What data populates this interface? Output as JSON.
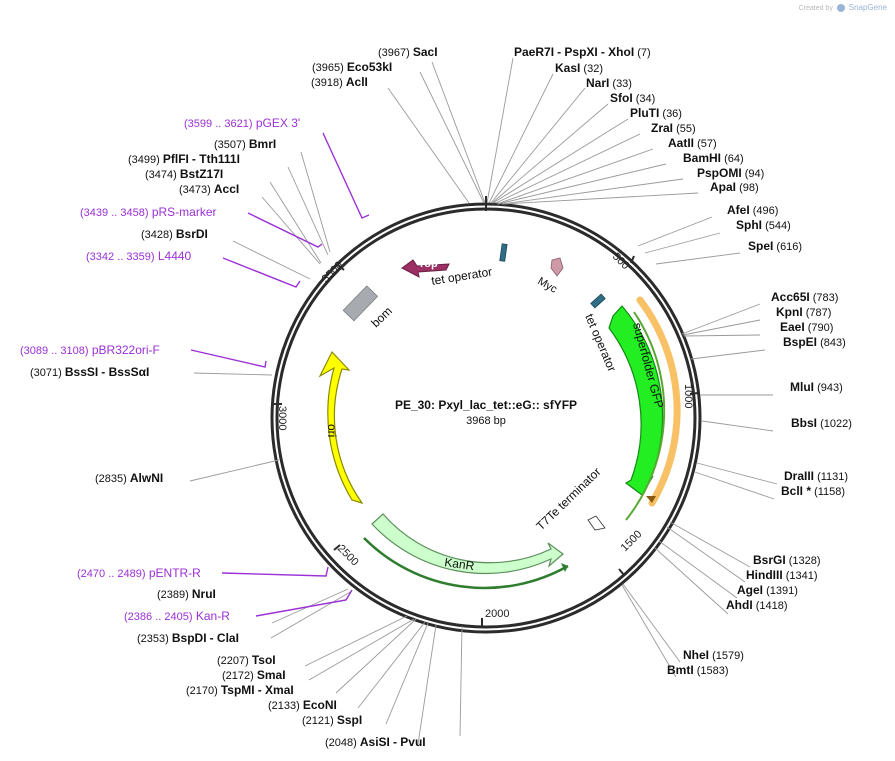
{
  "credit": {
    "created_by": "Created by",
    "brand": "SnapGene"
  },
  "plasmid": {
    "name": "PE_30: Pxyl_lac_tet::eG:: sfYFP",
    "length": "3968 bp"
  },
  "colors": {
    "backbone": "#2b2b2b",
    "site_line": "#9a9a9a",
    "primer": "#9b30d6",
    "sfgfp": "#22ee22",
    "kanr": "#ccffcc",
    "ori": "#ffff00",
    "rop": "#9c2f63",
    "bom": "#a7abb0",
    "tet_operator": "#2f6f86",
    "myc": "#cf9aa8",
    "primer_arrow": "#f5a623"
  },
  "ticks": [
    "500",
    "1000",
    "1500",
    "2000",
    "2500",
    "3000",
    "3500"
  ],
  "features": {
    "rop": "rop",
    "tet_operator_1": "tet operator",
    "myc": "Myc",
    "bom": "bom",
    "tet_operator_2": "tet operator",
    "superfolder_gfp": "superfolder GFP",
    "t7te": "T7Te terminator",
    "kanr": "KanR",
    "ori": "ori"
  },
  "sites": [
    {
      "pos": "(3967)",
      "name": "SacI"
    },
    {
      "pos": "(3965)",
      "name": "Eco53kI"
    },
    {
      "pos": "(3918)",
      "name": "AclI"
    },
    {
      "name": "PaeR7I",
      "name2": "- PspXI",
      "name3": "- XhoI",
      "pos": "(7)"
    },
    {
      "name": "KasI",
      "pos": "(32)"
    },
    {
      "name": "NarI",
      "pos": "(33)"
    },
    {
      "name": "SfoI",
      "pos": "(34)"
    },
    {
      "name": "PluTI",
      "pos": "(36)"
    },
    {
      "name": "ZraI",
      "pos": "(55)"
    },
    {
      "name": "AatII",
      "pos": "(57)"
    },
    {
      "name": "BamHI",
      "pos": "(64)"
    },
    {
      "name": "PspOMI",
      "pos": "(94)"
    },
    {
      "name": "ApaI",
      "pos": "(98)"
    },
    {
      "name": "AfeI",
      "pos": "(496)"
    },
    {
      "name": "SphI",
      "pos": "(544)"
    },
    {
      "name": "SpeI",
      "pos": "(616)"
    },
    {
      "name": "Acc65I",
      "pos": "(783)"
    },
    {
      "name": "KpnI",
      "pos": "(787)"
    },
    {
      "name": "EaeI",
      "pos": "(790)"
    },
    {
      "name": "BspEI",
      "pos": "(843)"
    },
    {
      "name": "MluI",
      "pos": "(943)"
    },
    {
      "name": "BbsI",
      "pos": "(1022)"
    },
    {
      "name": "DraIII",
      "pos": "(1131)"
    },
    {
      "name": "BclI *",
      "pos": "(1158)"
    },
    {
      "name": "BsrGI",
      "pos": "(1328)"
    },
    {
      "name": "HindIII",
      "pos": "(1341)"
    },
    {
      "name": "AgeI",
      "pos": "(1391)"
    },
    {
      "name": "AhdI",
      "pos": "(1418)"
    },
    {
      "name": "NheI",
      "pos": "(1579)"
    },
    {
      "name": "BmtI",
      "pos": "(1583)"
    },
    {
      "pos": "(3507)",
      "name": "BmrI"
    },
    {
      "pos": "(3499)",
      "name": "PflFI",
      "name2": "- Tth111I"
    },
    {
      "pos": "(3474)",
      "name": "BstZ17I"
    },
    {
      "pos": "(3473)",
      "name": "AccI"
    },
    {
      "pos": "(3428)",
      "name": "BsrDI"
    },
    {
      "pos": "(3071)",
      "name": "BssSI",
      "name2": "- BssSαI"
    },
    {
      "pos": "(2835)",
      "name": "AlwNI"
    },
    {
      "pos": "(2389)",
      "name": "NruI"
    },
    {
      "pos": "(2353)",
      "name": "BspDI",
      "name2": "- ClaI"
    },
    {
      "pos": "(2207)",
      "name": "TsoI"
    },
    {
      "pos": "(2172)",
      "name": "SmaI"
    },
    {
      "pos": "(2170)",
      "name": "TspMI",
      "name2": "- XmaI"
    },
    {
      "pos": "(2133)",
      "name": "EcoNI"
    },
    {
      "pos": "(2121)",
      "name": "SspI"
    },
    {
      "pos": "(2048)",
      "name": "AsiSI",
      "name2": "- PvuI"
    }
  ],
  "primers": [
    {
      "range": "(3599 .. 3621)",
      "name": "pGEX 3'"
    },
    {
      "range": "(3439 .. 3458)",
      "name": "pRS-marker"
    },
    {
      "range": "(3342 .. 3359)",
      "name": "L4440"
    },
    {
      "range": "(3089 .. 3108)",
      "name": "pBR322ori-F"
    },
    {
      "range": "(2470 .. 2489)",
      "name": "pENTR-R"
    },
    {
      "range": "(2386 .. 2405)",
      "name": "Kan-R"
    }
  ]
}
